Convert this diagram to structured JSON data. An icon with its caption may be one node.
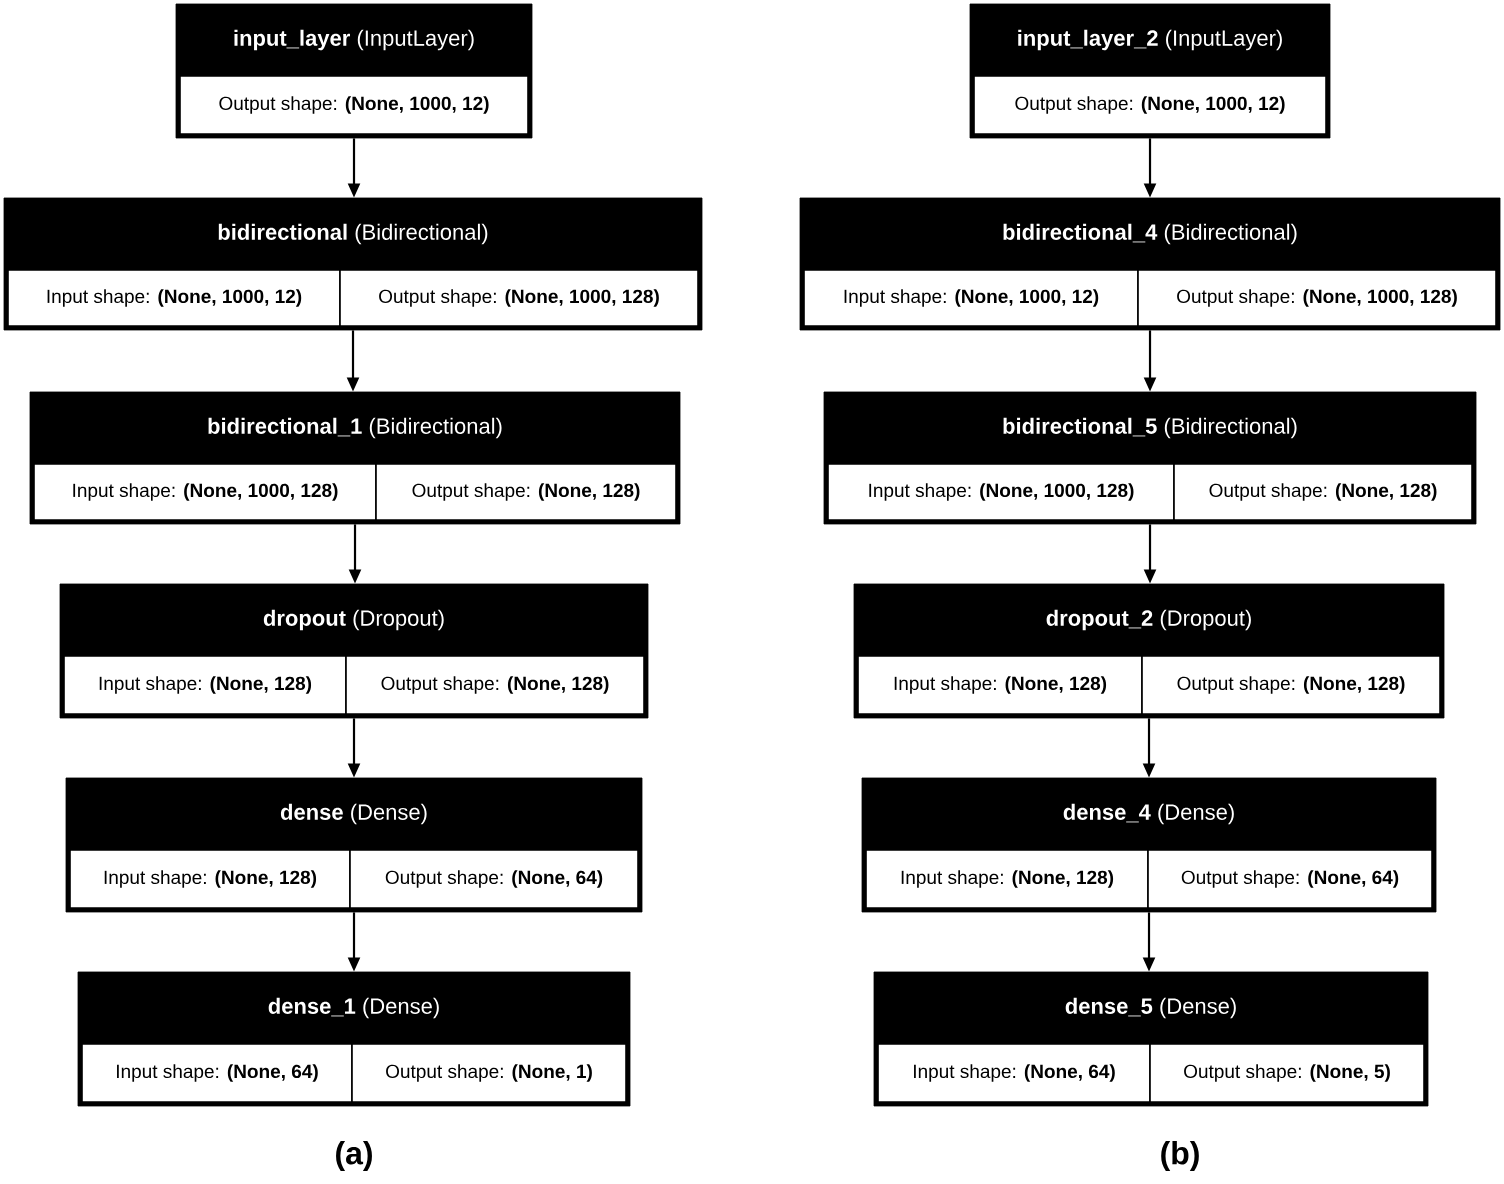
{
  "diagram": {
    "nodes": [
      {
        "text": [
          "**input_layer** (InputLayer)"
        ]
      },
      {
        "text": [
          "Output shape: **(None, 1000, 12)**"
        ],
        "in": 0
      },
      {
        "text": [
          "**bidirectional** (Bidirectional)"
        ]
      },
      {
        "text": [
          "Input shape: **(None, 1000, 12)**"
        ],
        "in": 2
      },
      {
        "text": [
          "Output shape: **(None, 1000, 128)**"
        ],
        "in": 2
      },
      {
        "text": [
          "**bidirectional_1** (Bidirectional)"
        ]
      },
      {
        "text": [
          "Input shape: **(None, 1000, 128)**"
        ],
        "in": 5
      },
      {
        "text": [
          "Output shape: **(None, 128)**"
        ],
        "in": 5
      },
      {
        "text": [
          "**dropout** (Dropout)"
        ]
      },
      {
        "text": [
          "Input shape: **(None, 128)**"
        ],
        "in": 8
      },
      {
        "text": [
          "Output shape: **(None, 128)**"
        ],
        "in": 8
      },
      {
        "text": [
          "**dense** (Dense)"
        ]
      },
      {
        "text": [
          "Input shape: **(None, 128)**"
        ],
        "in": 11
      },
      {
        "text": [
          "Output shape: **(None, 64)**"
        ],
        "in": 11
      },
      {
        "text": [
          "**dense_1** (Dense)"
        ]
      },
      {
        "text": [
          "Input shape: **(None, 64)**"
        ],
        "in": 14
      },
      {
        "text": [
          "Output shape: **(None, 1)**"
        ],
        "in": 14
      },
      {
        "text": [
          "**input_layer_2** (InputLayer)"
        ]
      },
      {
        "text": [
          "Output shape: **(None, 1000, 12)**"
        ],
        "in": 17
      },
      {
        "text": [
          "**bidirectional_4** (Bidirectional)"
        ]
      },
      {
        "text": [
          "Input shape: **(None, 1000, 12)**"
        ],
        "in": 19
      },
      {
        "text": [
          "Output shape: **(None, 1000, 128)**"
        ],
        "in": 19
      },
      {
        "text": [
          "**bidirectional_5** (Bidirectional)"
        ]
      },
      {
        "text": [
          "Input shape: **(None, 1000, 128)**"
        ],
        "in": 22
      },
      {
        "text": [
          "Output shape: **(None, 128)**"
        ],
        "in": 22
      },
      {
        "text": [
          "**dropout_2** (Dropout)"
        ]
      },
      {
        "text": [
          "Input shape: **(None, 128)**"
        ],
        "in": 25
      },
      {
        "text": [
          "Output shape: **(None, 128)**"
        ],
        "in": 25
      },
      {
        "text": [
          "**dense_4** (Dense)"
        ]
      },
      {
        "text": [
          "Input shape: **(None, 128)**"
        ],
        "in": 28
      },
      {
        "text": [
          "Output shape: **(None, 64)**"
        ],
        "in": 28
      },
      {
        "text": [
          "**dense_5** (Dense)"
        ]
      },
      {
        "text": [
          "Input shape: **(None, 64)**"
        ],
        "in": 31
      },
      {
        "text": [
          "Output shape: **(None, 5)**"
        ],
        "in": 31
      }
    ],
    "edges": [
      {
        "from": 0,
        "to": 2,
        "arrow": "to"
      },
      {
        "from": 2,
        "to": 5,
        "arrow": "to"
      },
      {
        "from": 5,
        "to": 8,
        "arrow": "to"
      },
      {
        "from": 8,
        "to": 11,
        "arrow": "to"
      },
      {
        "from": 11,
        "to": 14,
        "arrow": "to"
      },
      {
        "from": 17,
        "to": 19,
        "arrow": "to"
      },
      {
        "from": 19,
        "to": 22,
        "arrow": "to"
      },
      {
        "from": 22,
        "to": 25,
        "arrow": "to"
      },
      {
        "from": 25,
        "to": 28,
        "arrow": "to"
      },
      {
        "from": 28,
        "to": 31,
        "arrow": "to"
      }
    ],
    "labels": [
      "(a)",
      "(b)"
    ]
  }
}
